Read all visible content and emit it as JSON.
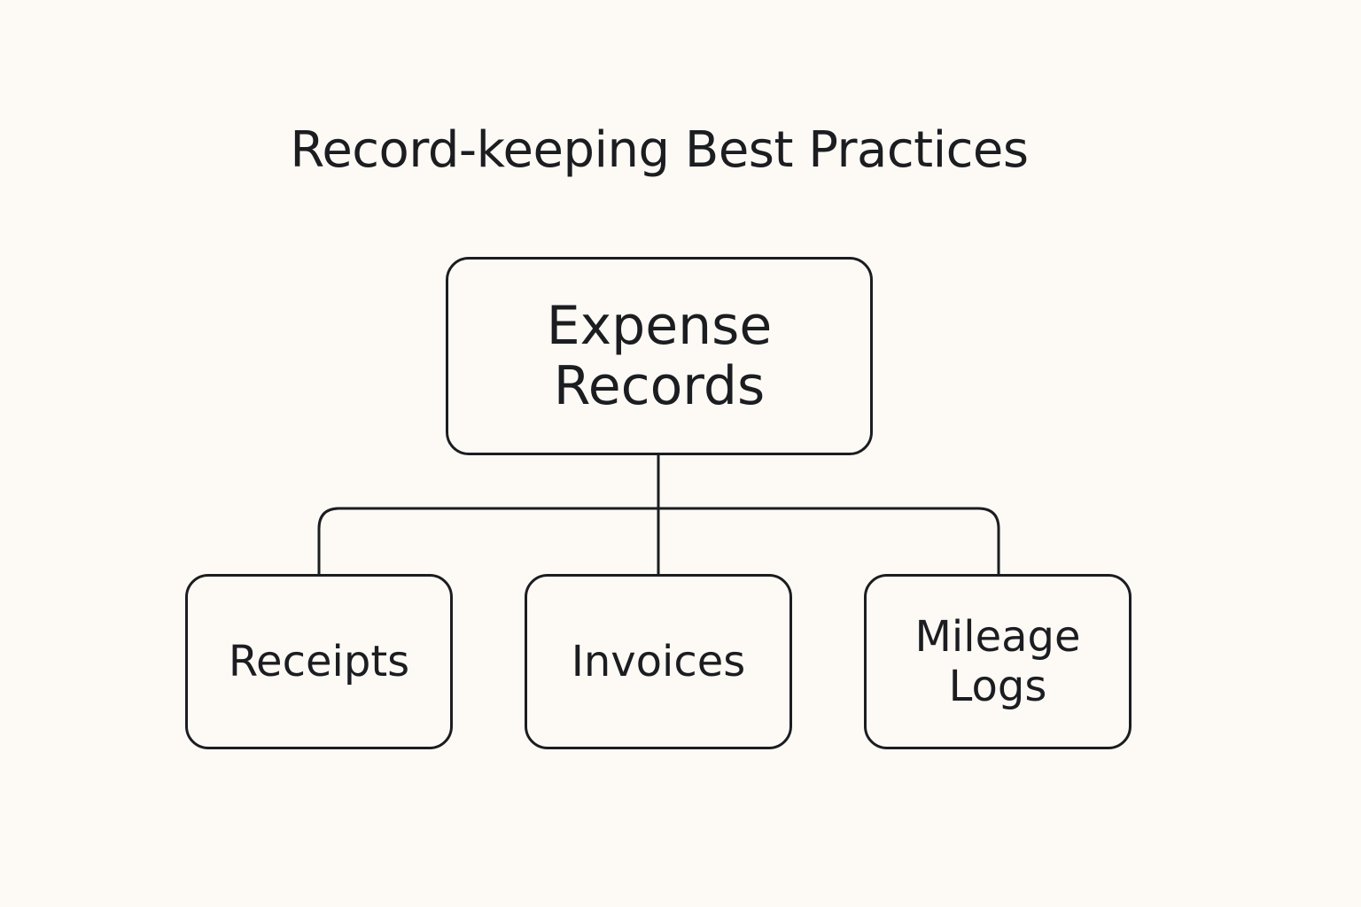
{
  "colors": {
    "background": "#fdfaf6",
    "ink": "#1b1d20"
  },
  "diagram": {
    "title": "Record-keeping Best Practices",
    "root": {
      "line1": "Expense",
      "line2": "Records"
    },
    "children": [
      {
        "line1": "Receipts"
      },
      {
        "line1": "Invoices"
      },
      {
        "line1": "Mileage",
        "line2": "Logs"
      }
    ]
  }
}
